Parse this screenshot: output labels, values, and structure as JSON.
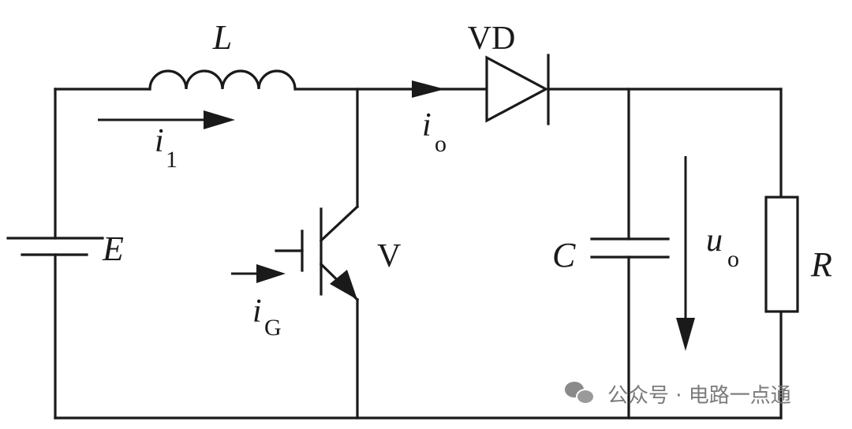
{
  "labels": {
    "inductor": "L",
    "diode": "VD",
    "source": "E",
    "switch": "V",
    "capacitor": "C",
    "resistor": "R",
    "i1_base": "i",
    "i1_sub": "1",
    "io_base": "i",
    "io_sub": "o",
    "iG_base": "i",
    "iG_sub": "G",
    "uo_base": "u",
    "uo_sub": "o"
  },
  "watermark": {
    "text": "公众号 · 电路一点通",
    "icon": "wechat-icon"
  },
  "colors": {
    "line": "#1a1a1a",
    "background": "#ffffff",
    "watermark": "#7a7a7a"
  }
}
